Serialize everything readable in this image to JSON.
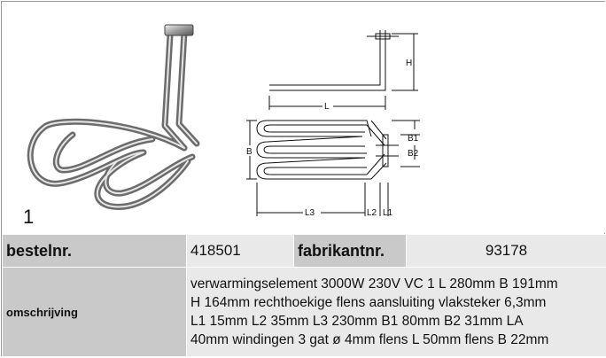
{
  "figure": {
    "index_label": "1",
    "dimension_labels": {
      "H": "H",
      "L": "L",
      "B": "B",
      "B1": "B1",
      "B2": "B2",
      "L1": "L1",
      "L2": "L2",
      "L3": "L3"
    }
  },
  "spec_table": {
    "order_label": "bestelnr.",
    "order_value": "418501",
    "manufacturer_label": "fabrikantnr.",
    "manufacturer_value": "93178",
    "description_label": "omschrijving",
    "description_lines": [
      "verwarmingselement  3000W 230V VC 1 L 280mm B 191mm",
      "H 164mm rechthoekige flens aansluiting vlaksteker 6,3mm",
      "L1 15mm L2 35mm L3 230mm B1 80mm B2 31mm LA",
      "40mm windingen 3 gat ø 4mm flens L 50mm flens B 22mm"
    ]
  },
  "colors": {
    "label_bg": "#c9c9c9",
    "value_bg": "#e9e9e9",
    "frame_border": "#9a9a9a"
  }
}
